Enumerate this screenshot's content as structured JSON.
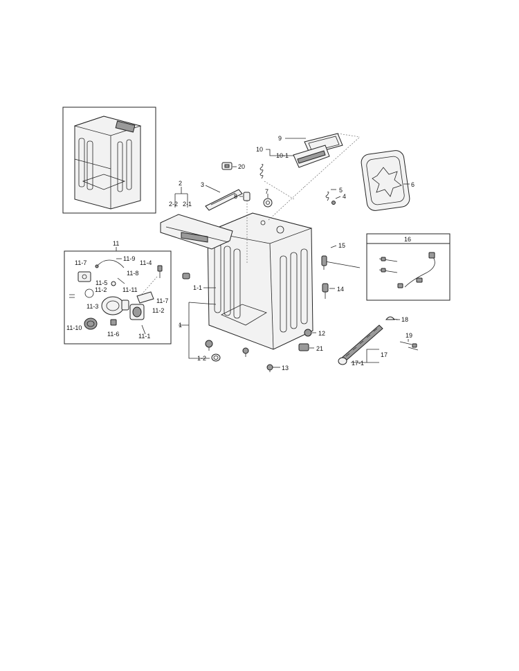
{
  "callouts": {
    "c1": "1",
    "c1_1": "1-1",
    "c1_2": "1-2",
    "c2": "2",
    "c2_1": "2-1",
    "c2_2": "2-2",
    "c3": "3",
    "c4": "4",
    "c5": "5",
    "c6": "6",
    "c7": "7",
    "c8": "8",
    "c9": "9",
    "c10": "10",
    "c10_1": "10-1",
    "c11": "11",
    "c11_1": "11-1",
    "c11_2a": "11-2",
    "c11_2b": "11-2",
    "c11_3": "11-3",
    "c11_4": "11-4",
    "c11_5": "11-5",
    "c11_6": "11-6",
    "c11_7a": "11-7",
    "c11_7b": "11-7",
    "c11_8": "11-8",
    "c11_9": "11-9",
    "c11_10": "11-10",
    "c11_11": "11-11",
    "c12": "12",
    "c13": "13",
    "c14": "14",
    "c15": "15",
    "c16": "16",
    "c17": "17",
    "c17_1": "17-1",
    "c18": "18",
    "c19": "19",
    "c20": "20",
    "c21": "21"
  }
}
